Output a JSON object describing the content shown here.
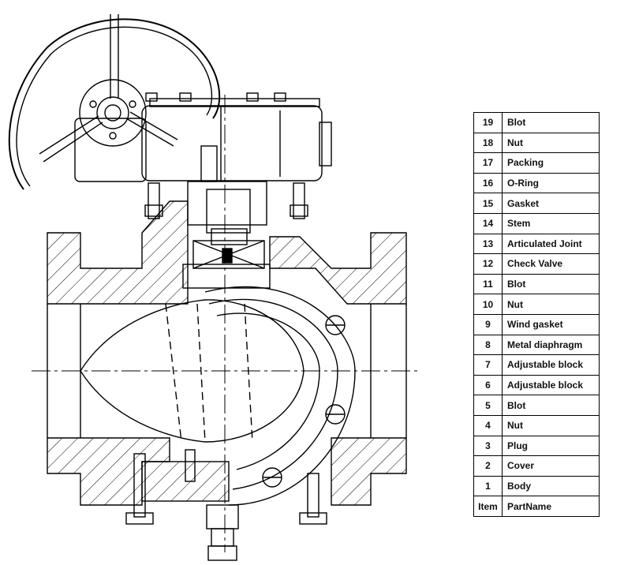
{
  "parts_table": {
    "rows": [
      {
        "item": "19",
        "name": "Blot"
      },
      {
        "item": "18",
        "name": "Nut"
      },
      {
        "item": "17",
        "name": "Packing"
      },
      {
        "item": "16",
        "name": "O-Ring"
      },
      {
        "item": "15",
        "name": "Gasket"
      },
      {
        "item": "14",
        "name": "Stem"
      },
      {
        "item": "13",
        "name": "Articulated Joint"
      },
      {
        "item": "12",
        "name": "Check Valve"
      },
      {
        "item": "11",
        "name": "Blot"
      },
      {
        "item": "10",
        "name": "Nut"
      },
      {
        "item": "9",
        "name": "Wind gasket"
      },
      {
        "item": "8",
        "name": "Metal diaphragm"
      },
      {
        "item": "7",
        "name": "Adjustable block"
      },
      {
        "item": "6",
        "name": "Adjustable block"
      },
      {
        "item": "5",
        "name": "Blot"
      },
      {
        "item": "4",
        "name": "Nut"
      },
      {
        "item": "3",
        "name": "Plug"
      },
      {
        "item": "2",
        "name": "Cover"
      },
      {
        "item": "1",
        "name": "Body"
      }
    ],
    "header": {
      "item": "Item",
      "name": "PartName"
    }
  },
  "colors": {
    "line": "#000000",
    "background": "#ffffff"
  }
}
